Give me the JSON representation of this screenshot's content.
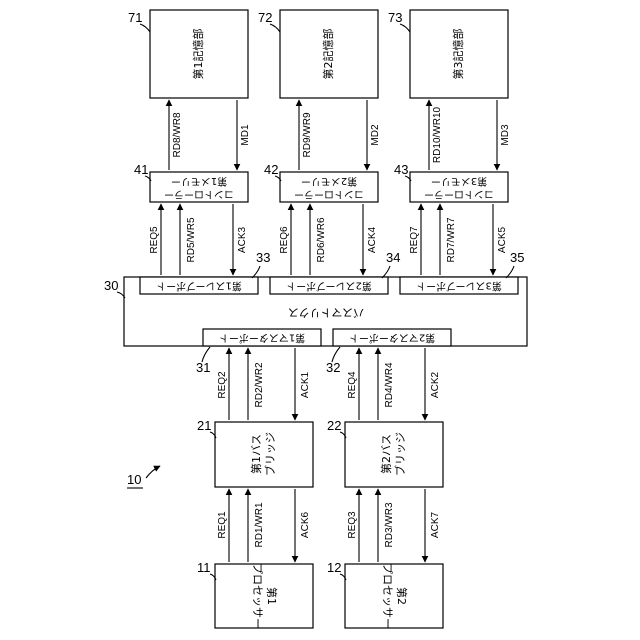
{
  "diagram": {
    "figure_ref": "10",
    "storage": [
      {
        "ref": "71",
        "label": "第1記憶部"
      },
      {
        "ref": "72",
        "label": "第2記憶部"
      },
      {
        "ref": "73",
        "label": "第3記憶部"
      }
    ],
    "memory_controllers": [
      {
        "ref": "41",
        "label": "第1メモリー",
        "label2": "コントローラー"
      },
      {
        "ref": "42",
        "label": "第2メモリー",
        "label2": "コントローラー"
      },
      {
        "ref": "43",
        "label": "第3メモリー",
        "label2": "コントローラー"
      }
    ],
    "slave_ports": [
      {
        "ref": "33",
        "label": "第1スレーブポート"
      },
      {
        "ref": "34",
        "label": "第2スレーブポート"
      },
      {
        "ref": "35",
        "label": "第3スレーブポート"
      }
    ],
    "bus_matrix": {
      "ref": "30",
      "label": "バスマトリクス"
    },
    "master_ports": [
      {
        "ref": "31",
        "label": "第1マスターポート"
      },
      {
        "ref": "32",
        "label": "第2マスターポート"
      }
    ],
    "bus_bridges": [
      {
        "ref": "21",
        "label": "第1バス",
        "label2": "ブリッジ"
      },
      {
        "ref": "22",
        "label": "第2バス",
        "label2": "ブリッジ"
      }
    ],
    "processors": [
      {
        "ref": "11",
        "label": "第1",
        "label2": "プロセッサー"
      },
      {
        "ref": "12",
        "label": "第2",
        "label2": "プロセッサー"
      }
    ],
    "signals": {
      "rd8": "RD8/WR8",
      "md1": "MD1",
      "rd9": "RD9/WR9",
      "md2": "MD2",
      "rd10": "RD10/WR10",
      "md3": "MD3",
      "req5": "REQ5",
      "rd5": "RD5/WR5",
      "ack3": "ACK3",
      "req6": "REQ6",
      "rd6": "RD6/WR6",
      "ack4": "ACK4",
      "req7": "REQ7",
      "rd7": "RD7/WR7",
      "ack5": "ACK5",
      "req2": "REQ2",
      "rd2": "RD2/WR2",
      "ack1": "ACK1",
      "req4": "REQ4",
      "rd4": "RD4/WR4",
      "ack2": "ACK2",
      "req1": "REQ1",
      "rd1": "RD1/WR1",
      "ack6": "ACK6",
      "req3": "REQ3",
      "rd3": "RD3/WR3",
      "ack7": "ACK7"
    }
  }
}
